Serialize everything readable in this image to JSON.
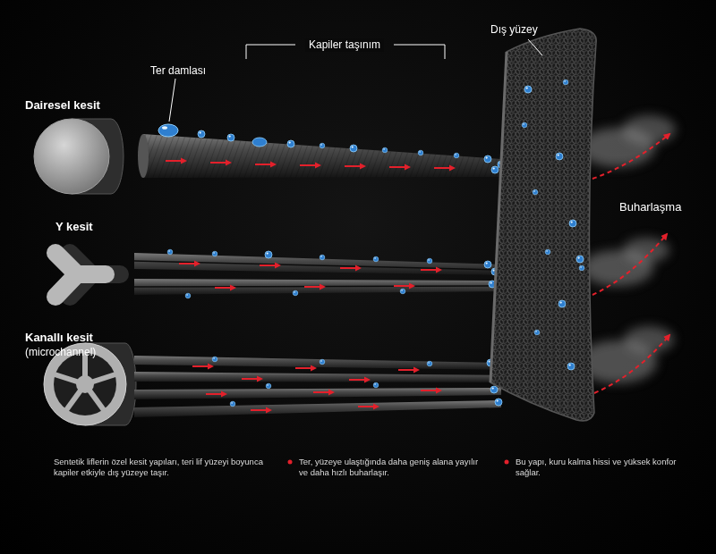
{
  "diagram": {
    "labels": [
      "Dairesel kesit",
      "Ter damlası",
      "Kapiler taşınım",
      "Dış yüzey",
      "Y kesit",
      "Buharlaşma",
      "Kanallı kesit",
      "(microchannel)",
      "Sentetik liflerin özel kesit yapıları, teri lif yüzeyi boyunca kapiler etkiyle dış yüzeye taşır.",
      "Ter, yüzeye ulaştığında daha geniş alana yayılır ve daha hızlı buharlaşır.",
      "Bu yapı, kuru kalma hissi ve yüksek konfor sağlar."
    ]
  }
}
